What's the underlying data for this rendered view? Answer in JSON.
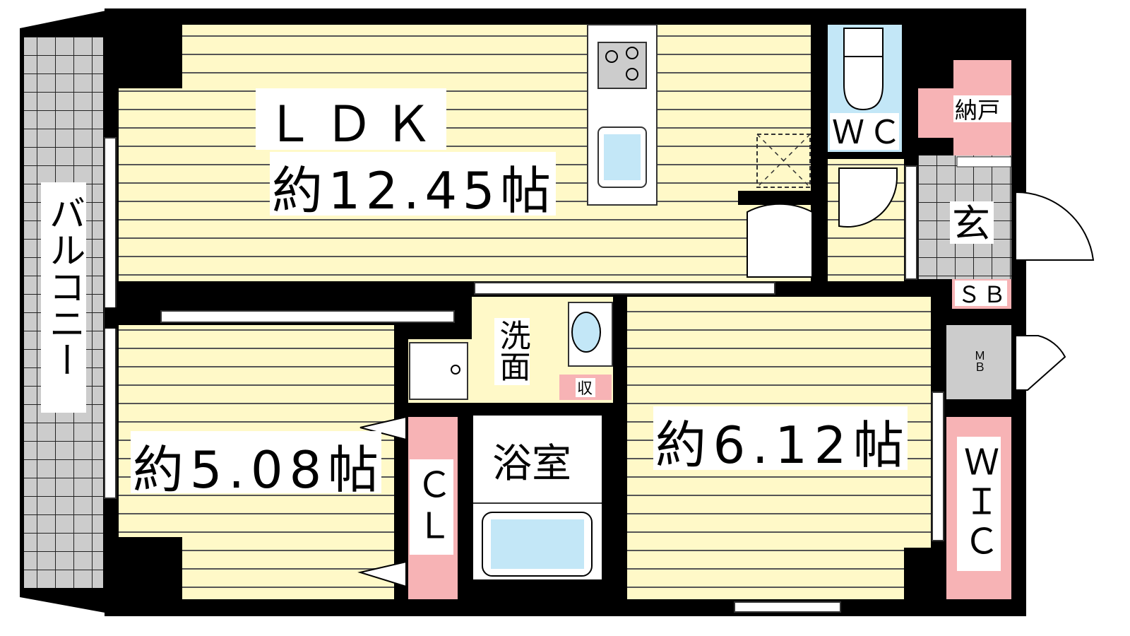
{
  "colors": {
    "floor": "#FFF9C8",
    "water": "#C3E7F7",
    "storage": "#F7B3B5",
    "tile": "#CCCCCC",
    "wall": "#000000"
  },
  "rooms": {
    "ldk": {
      "name": "ＬＤＫ",
      "size": "約12.45帖"
    },
    "bedroom_a": {
      "size": "約5.08帖"
    },
    "bedroom_b": {
      "size": "約6.12帖"
    },
    "balcony": "バルコニー",
    "wc": "ＷＣ",
    "nando": "納戸",
    "genkan": "玄",
    "sb": "ＳＢ",
    "mb": "ＭＢ",
    "wic": "ＷＩＣ",
    "senmen": "洗面",
    "shu": "収",
    "bath": "浴室",
    "cl": "ＣＬ"
  }
}
